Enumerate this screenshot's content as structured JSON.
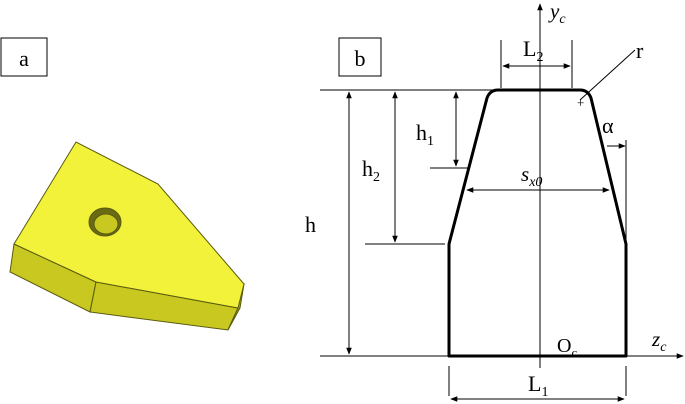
{
  "panel_a": {
    "label": "a",
    "colors": {
      "top": "#f2f23a",
      "front": "#c8c820",
      "side": "#a8a814",
      "edge": "#5a5a10",
      "hole": "#6a6a14"
    }
  },
  "panel_b": {
    "label": "b",
    "symbols": {
      "yc_main": "y",
      "yc_sub": "c",
      "zc_main": "z",
      "zc_sub": "c",
      "L2_main": "L",
      "L2_sub": "2",
      "L1_main": "L",
      "L1_sub": "1",
      "r": "r",
      "h1_main": "h",
      "h1_sub": "1",
      "h2_main": "h",
      "h2_sub": "2",
      "h": "h",
      "alpha": "α",
      "sx0_main": "s",
      "sx0_sub": "x0",
      "Oc_main": "O",
      "Oc_sub": "c"
    }
  }
}
